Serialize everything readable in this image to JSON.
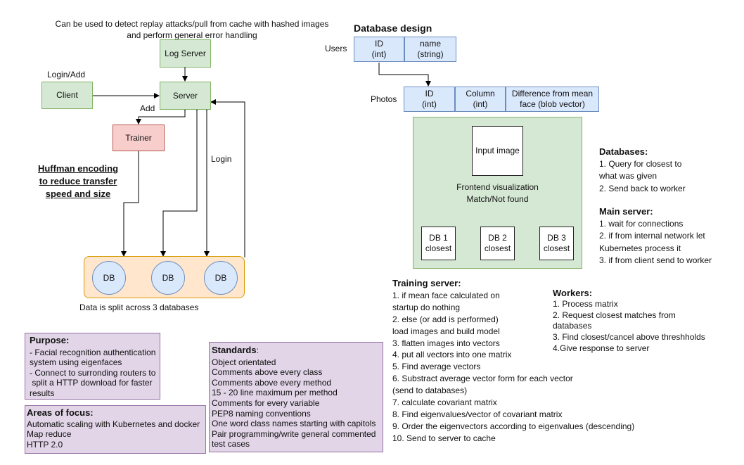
{
  "top_note": [
    "Can be used to detect replay attacks/pull from cache with hashed images",
    "and perform general error handling"
  ],
  "log_server": "Log Server",
  "client": "Client",
  "server": "Server",
  "trainer": "Trainer",
  "login_add_label": "Login/Add",
  "add_label": "Add",
  "login_label": "Login",
  "huffman": [
    "Huffman encoding",
    "to reduce transfer",
    "speed and size"
  ],
  "databases_box": {
    "db_labels": [
      "DB",
      "DB",
      "DB"
    ],
    "caption": "Data is split across 3 databases"
  },
  "database_design": {
    "title": "Database design",
    "users_label": "Users",
    "users_cols": [
      [
        "ID",
        "(int)"
      ],
      [
        "name",
        "(string)"
      ]
    ],
    "photos_label": "Photos",
    "photos_cols": [
      [
        "ID",
        "(int)"
      ],
      [
        "Column",
        "(int)"
      ],
      [
        "Difference from mean",
        "face (blob vector)"
      ]
    ]
  },
  "frontend": {
    "input_image": "Input image",
    "caption": [
      "Frontend visualization",
      "Match/Not found"
    ],
    "closest": [
      [
        "DB 1",
        "closest"
      ],
      [
        "DB 2",
        "closest"
      ],
      [
        "DB 3",
        "closest"
      ]
    ]
  },
  "databases_note": {
    "title": "Databases:",
    "lines": [
      "1. Query for closest to",
      "what was given",
      "2. Send back to worker"
    ]
  },
  "main_server_note": {
    "title": "Main server:",
    "lines": [
      "1. wait for connections",
      "2. if from internal network let",
      "Kubernetes process it",
      "3. if from client send to worker"
    ]
  },
  "training_server": {
    "title": "Training server:",
    "lines": [
      "1. if mean face calculated on",
      "startup do nothing",
      "2. else (or add is performed)",
      "load images and build model",
      "3. flatten images into vectors",
      "4. put all vectors into one matrix",
      "5. Find average vectors",
      "6. Substract average vector form for each vector",
      "(send to databases)",
      "7. calculate covariant matrix",
      "8. Find eigenvalues/vector of covariant matrix",
      "9. Order the eigenvectors according to eigenvalues (descending)",
      "10. Send to server to cache"
    ]
  },
  "workers": {
    "title": "Workers:",
    "lines": [
      "1. Process matrix",
      "2. Request closest matches from",
      "databases",
      "3. Find closest/cancel above threshholds",
      "4.Give response to server"
    ]
  },
  "purpose": {
    "title": "Purpose:",
    "lines": [
      "- Facial recognition authentication",
      "system using eigenfaces",
      "- Connect to surronding routers to",
      " split a HTTP download for faster",
      "results"
    ]
  },
  "areas_of_focus": {
    "title": "Areas of focus:",
    "lines": [
      "Automatic scaling with Kubernetes and docker",
      "Map reduce",
      "HTTP 2.0"
    ]
  },
  "standards": {
    "title": "Standards",
    "title_suffix": ":",
    "lines": [
      "Object orientated",
      "Comments above every class",
      "Comments above every method",
      "15 - 20 line maximum per method",
      "Comments for every variable",
      "PEP8 naming conventions",
      "One word class names starting with capitols",
      "Pair programming/write general commented",
      "test cases"
    ]
  }
}
